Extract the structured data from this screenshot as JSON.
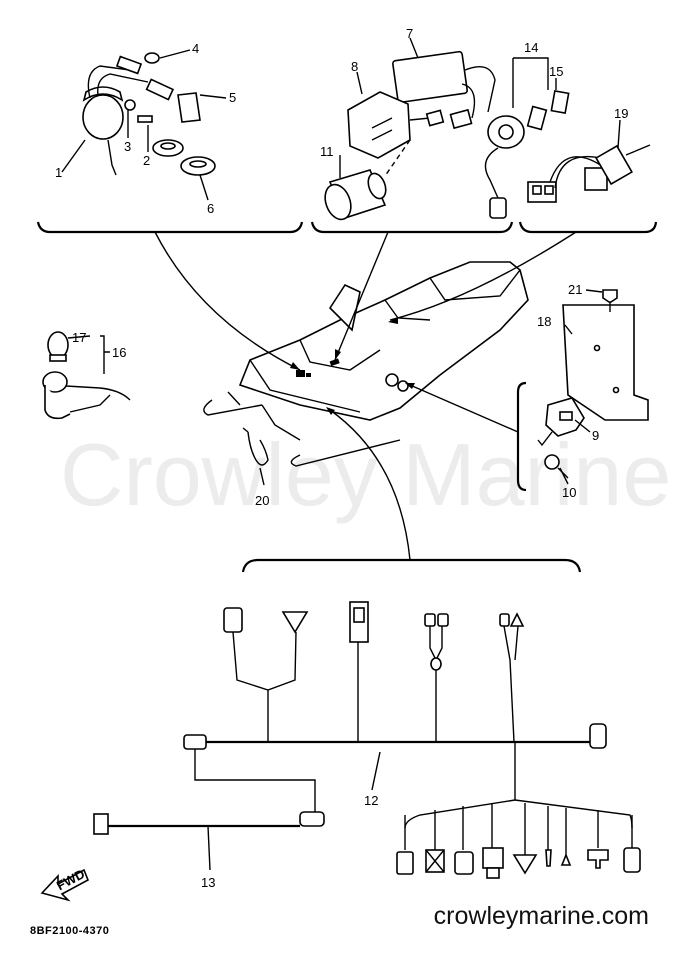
{
  "callouts": [
    "1",
    "2",
    "3",
    "4",
    "5",
    "6",
    "7",
    "8",
    "9",
    "10",
    "11",
    "12",
    "13",
    "14",
    "15",
    "16",
    "17",
    "18",
    "19",
    "20",
    "21"
  ],
  "fwd_label": "FWD",
  "diagram_code": "8BF2100-4370",
  "watermark": "Crowley Marine",
  "site": "crowleymarine.com"
}
